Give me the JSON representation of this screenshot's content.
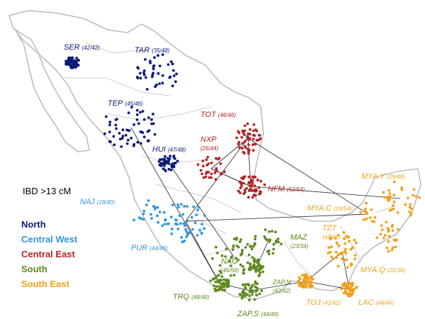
{
  "ibd_label": "IBD >13 cM",
  "regions": [
    {
      "key": "north",
      "label": "North",
      "color": "#0b1a78"
    },
    {
      "key": "central_west",
      "label": "Central West",
      "color": "#2f96e0"
    },
    {
      "key": "central_east",
      "label": "Central East",
      "color": "#b22525"
    },
    {
      "key": "south",
      "label": "South",
      "color": "#5f8a1e"
    },
    {
      "key": "south_east",
      "label": "South East",
      "color": "#f2a11a"
    }
  ],
  "populations": [
    {
      "code": "SER",
      "count": "(42/42)",
      "region": "north"
    },
    {
      "code": "TAR",
      "count": "(35/48)",
      "region": "north"
    },
    {
      "code": "TEP",
      "count": "(45/46)",
      "region": "north"
    },
    {
      "code": "HUI",
      "count": "(47/48)",
      "region": "north"
    },
    {
      "code": "TOT",
      "count": "(46/46)",
      "region": "central_east"
    },
    {
      "code": "NXP",
      "count": "(26/44)",
      "region": "central_east"
    },
    {
      "code": "NFM",
      "count": "(52/54)",
      "region": "central_east"
    },
    {
      "code": "NAJ",
      "count": "(18/40)",
      "region": "central_west"
    },
    {
      "code": "PUR",
      "count": "(44/46)",
      "region": "central_west"
    },
    {
      "code": "MAZ",
      "count": "(23/34)",
      "region": "south"
    },
    {
      "code": "NAG",
      "count": "(46/58)",
      "region": "south"
    },
    {
      "code": "ZAP.N",
      "count": "(42/42)",
      "region": "south"
    },
    {
      "code": "TRQ",
      "count": "(48/48)",
      "region": "south"
    },
    {
      "code": "ZAP.S",
      "count": "(44/46)",
      "region": "south"
    },
    {
      "code": "MYA.Y",
      "count": "(29/48)",
      "region": "south_east"
    },
    {
      "code": "MYA.C",
      "count": "(14/54)",
      "region": "south_east"
    },
    {
      "code": "TZT",
      "count": "(42/42)",
      "region": "south_east"
    },
    {
      "code": "MYA.Q",
      "count": "(22/36)",
      "region": "south_east"
    },
    {
      "code": "TOJ",
      "count": "(42/42)",
      "region": "south_east"
    },
    {
      "code": "LAC",
      "count": "(44/44)",
      "region": "south_east"
    }
  ]
}
